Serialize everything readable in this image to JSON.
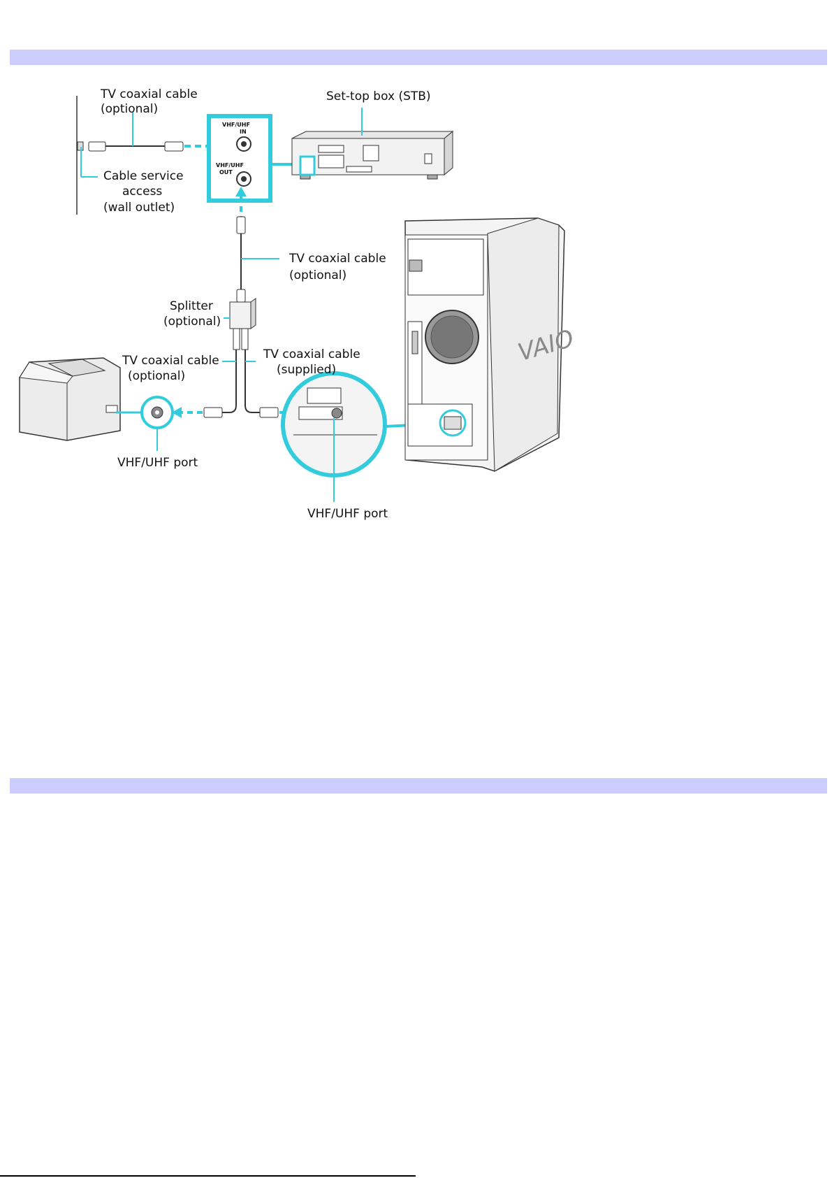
{
  "colors": {
    "accent": "#33ccdd",
    "header_bar": "#ccccff",
    "outline": "#333333"
  },
  "labels": {
    "tv_coax_top_1": "TV coaxial cable",
    "tv_coax_top_2": "(optional)",
    "stb": "Set-top box (STB)",
    "cable_service_1": "Cable service",
    "cable_service_2": "access",
    "cable_service_3": "(wall outlet)",
    "stb_in_1": "VHF/UHF",
    "stb_in_2": "IN",
    "stb_out_1": "VHF/UHF",
    "stb_out_2": "OUT",
    "tv_coax_mid_1": "TV coaxial cable",
    "tv_coax_mid_2": "(optional)",
    "splitter_1": "Splitter",
    "splitter_2": "(optional)",
    "tv_coax_left_1": "TV coaxial cable",
    "tv_coax_left_2": "(optional)",
    "tv_coax_supplied_1": "TV coaxial cable",
    "tv_coax_supplied_2": "(supplied)",
    "tv_port": "VHF/UHF port",
    "pc_port": "VHF/UHF port",
    "brand": "VAIO"
  },
  "icons": [
    "tv-icon",
    "set-top-box-icon",
    "pc-tower-icon",
    "splitter-icon",
    "wall-outlet-icon",
    "coax-connector-icon"
  ]
}
